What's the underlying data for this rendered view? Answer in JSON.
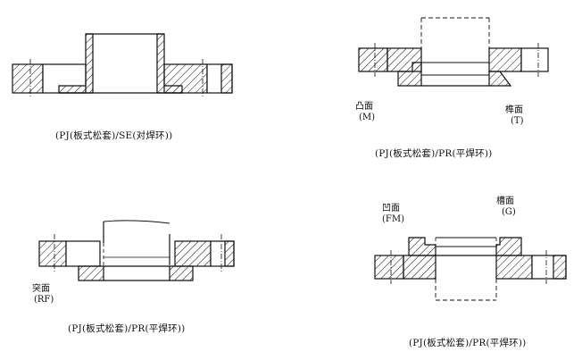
{
  "figures": [
    {
      "id": "pj-se",
      "caption": "(PJ(板式松套)/SE(对焊环))",
      "labels": []
    },
    {
      "id": "pj-pr-mt",
      "caption": "(PJ(板式松套)/PR(平焊环))",
      "labels": [
        {
          "name": "凸面",
          "code": "(M)"
        },
        {
          "name": "榫面",
          "code": "(T)"
        }
      ]
    },
    {
      "id": "pj-pr-rf",
      "caption": "(PJ(板式松套)/PR(平焊环))",
      "labels": [
        {
          "name": "突面",
          "code": "(RF)"
        }
      ]
    },
    {
      "id": "pj-pr-fmg",
      "caption": "(PJ(板式松套)/PR(平焊环))",
      "labels": [
        {
          "name": "凹面",
          "code": "(FM)"
        },
        {
          "name": "槽面",
          "code": "(G)"
        }
      ]
    }
  ]
}
